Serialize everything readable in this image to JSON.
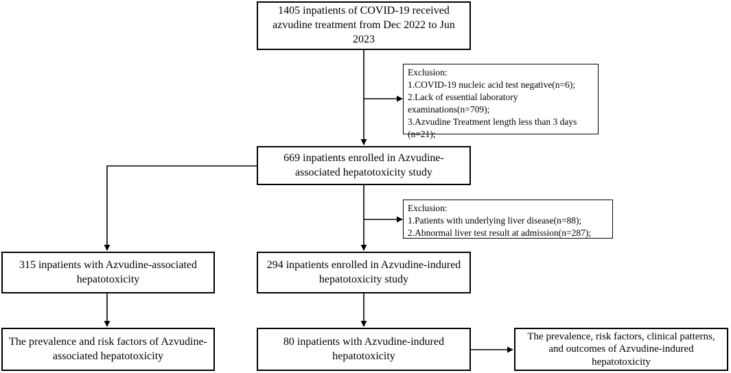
{
  "nodes": {
    "start": [
      "1405 inpatients of COVID-19 received",
      "azvudine treatment from Dec 2022 to Jun",
      "2023"
    ],
    "exclusion1": {
      "title": "Exclusion:",
      "items": [
        "1.COVID-19 nucleic acid test negative(n=6);",
        "2.Lack of essential laboratory",
        "examinations(n=709);",
        "3.Azvudine Treatment length less than 3 days",
        "(n=21);"
      ]
    },
    "enrolled": [
      "669 inpatients enrolled in Azvudine-",
      "associated hepatotoxicity study"
    ],
    "exclusion2": {
      "title": "Exclusion:",
      "items": [
        "1.Patients with underlying liver disease(n=88);",
        "2.Abnormal liver test result at admission(n=287);"
      ]
    },
    "associated": [
      "315 inpatients with Azvudine-associated",
      "hepatotoxicity"
    ],
    "indured_study": [
      "294 inpatients enrolled in Azvudine-indured",
      "hepatotoxicity study"
    ],
    "outcome_associated": [
      "The prevalence and risk factors of Azvudine-",
      "associated hepatotoxicity"
    ],
    "indured": [
      "80 inpatients with Azvudine-indured",
      "hepatotoxicity"
    ],
    "outcome_indured": [
      "The prevalence, risk factors, clinical patterns,",
      "and outcomes of Azvudine-indured",
      "hepatotoxicity"
    ]
  },
  "colors": {
    "line": "#000000",
    "box_border": "#000000",
    "background": "#ffffff"
  }
}
